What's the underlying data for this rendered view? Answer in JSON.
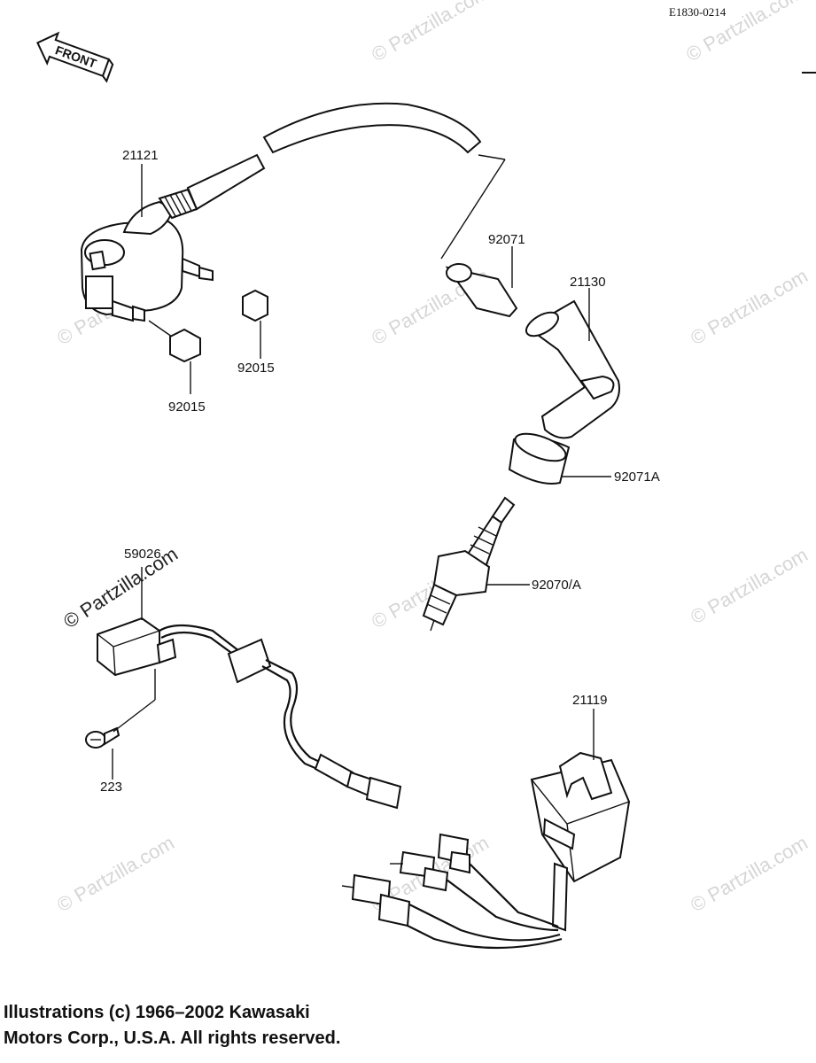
{
  "diagram_code": "E1830-0214",
  "front_label": "FRONT",
  "part_numbers": {
    "coil": "21121",
    "cap_92071": "92071",
    "plug_cap": "21130",
    "nut_right": "92015",
    "nut_left": "92015",
    "seal_92071a": "92071A",
    "spark_plug": "92070/A",
    "unit_59026": "59026",
    "screw": "223",
    "cdi": "21119"
  },
  "watermark": {
    "text": "© Partzilla.com"
  },
  "copyright": {
    "line1": "Illustrations (c) 1966–2002 Kawasaki",
    "line2": "Motors Corp., U.S.A.  All rights reserved."
  }
}
